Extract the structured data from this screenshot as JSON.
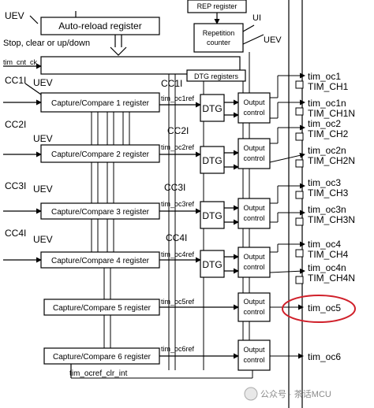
{
  "top": {
    "rep_register": "REP register",
    "uev_top_left": "UEV",
    "auto_reload": "Auto-reload register",
    "stop_clear": "Stop, clear or up/down",
    "repetition_counter_line1": "Repetition",
    "repetition_counter_line2": "counter",
    "ui_label": "UI",
    "uev_right": "UEV",
    "tim_cnt_ck": "tim_cnt_ck",
    "dtg_registers": "DTG registers"
  },
  "channels": [
    {
      "cc_flag": "CC1I",
      "uev": "UEV",
      "register": "Capture/Compare 1 register",
      "cc_right": "CC1I",
      "ref": "tim_oc1ref",
      "dtg": "DTG",
      "out1": "Output",
      "out2": "control",
      "o1": "tim_oc1",
      "o1b": "TIM_CH1",
      "o2": "tim_oc1n",
      "o2b": "TIM_CH1N"
    },
    {
      "cc_flag": "CC2I",
      "uev": "UEV",
      "register": "Capture/Compare 2 register",
      "cc_right": "CC2I",
      "ref": "tim_oc2ref",
      "dtg": "DTG",
      "out1": "Output",
      "out2": "control",
      "o1": "tim_oc2",
      "o1b": "TIM_CH2",
      "o2": "tim_oc2n",
      "o2b": "TIM_CH2N"
    },
    {
      "cc_flag": "CC3I",
      "uev": "UEV",
      "register": "Capture/Compare 3 register",
      "cc_right": "CC3I",
      "ref": "tim_oc3ref",
      "dtg": "DTG",
      "out1": "Output",
      "out2": "control",
      "o1": "tim_oc3",
      "o1b": "TIM_CH3",
      "o2": "tim_oc3n",
      "o2b": "TIM_CH3N"
    },
    {
      "cc_flag": "CC4I",
      "uev": "UEV",
      "register": "Capture/Compare 4 register",
      "cc_right": "CC4I",
      "ref": "tim_oc4ref",
      "dtg": "DTG",
      "out1": "Output",
      "out2": "control",
      "o1": "tim_oc4",
      "o1b": "TIM_CH4",
      "o2": "tim_oc4n",
      "o2b": "TIM_CH4N"
    }
  ],
  "ch5": {
    "register": "Capture/Compare 5 register",
    "ref": "tim_oc5ref",
    "out1": "Output",
    "out2": "control",
    "output": "tim_oc5"
  },
  "ch6": {
    "register": "Capture/Compare 6 register",
    "ref": "tim_oc6ref",
    "out1": "Output",
    "out2": "control",
    "output": "tim_oc6"
  },
  "bottom": {
    "ocref_clr": "tim_ocref_clr_int"
  },
  "watermark": {
    "text": "公众号 · 茶话MCU"
  },
  "colors": {
    "highlight": "#d0202a",
    "line": "#000000"
  }
}
